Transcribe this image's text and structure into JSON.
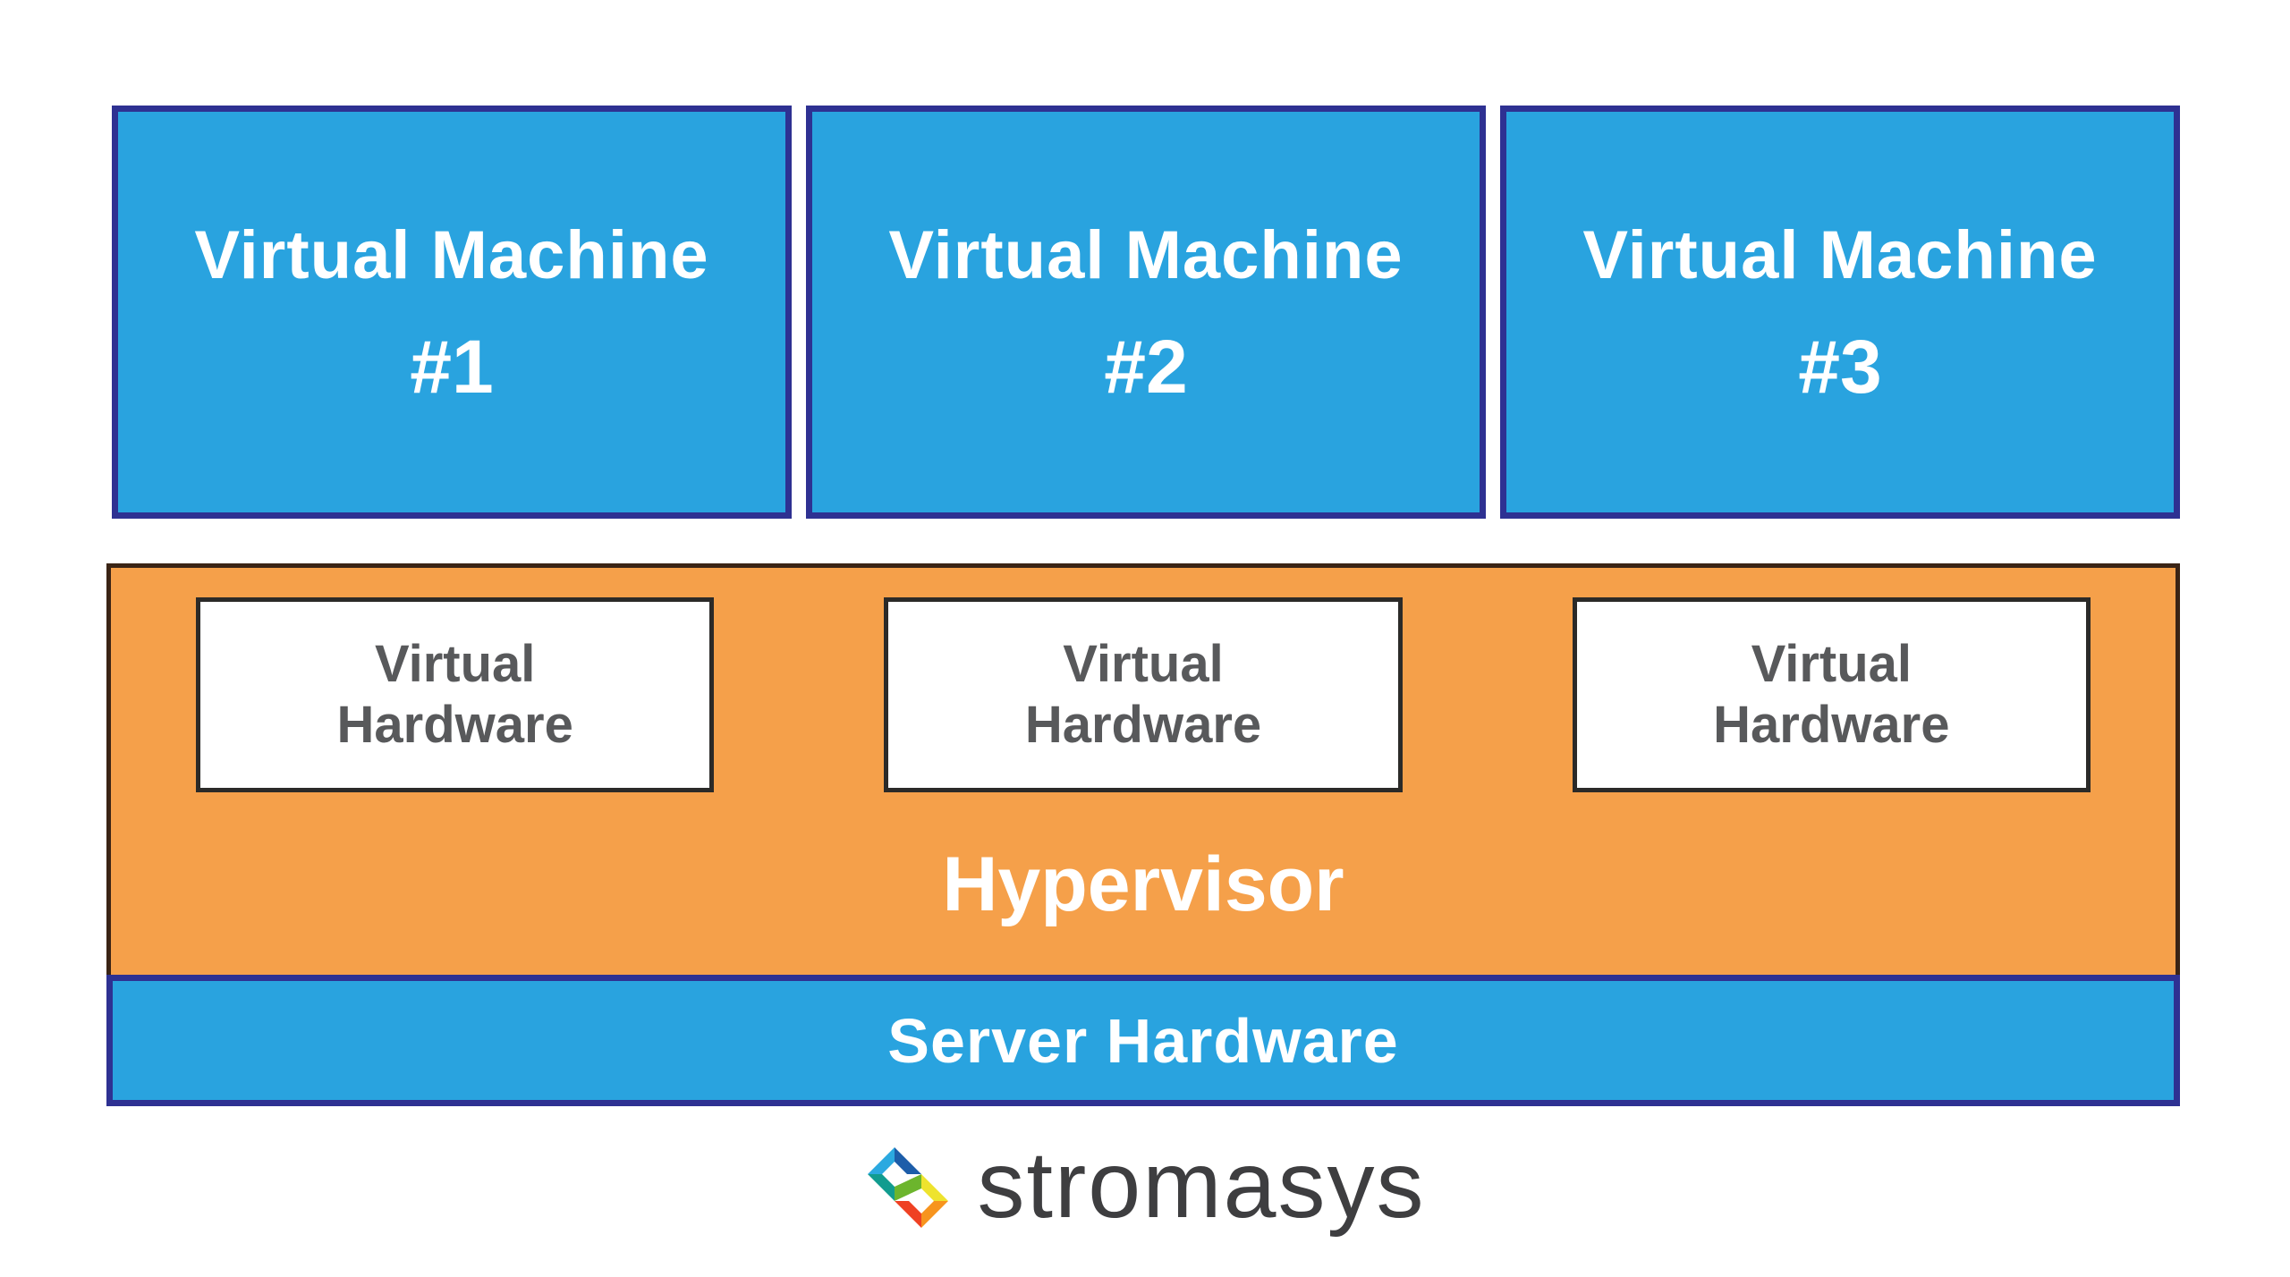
{
  "page": {
    "background": "#ffffff",
    "description_labels": "Virtualization architecture diagram"
  },
  "colors": {
    "vm_fill": "#29A3DF",
    "vm_border": "#2E3192",
    "hypervisor_fill": "#F5A04A",
    "hypervisor_border": "#3A2415",
    "virtual_hardware_fill": "#FFFFFF",
    "virtual_hardware_border": "#2B2A28",
    "virtual_hardware_text": "#58595B",
    "server_fill": "#29A3DF",
    "server_border": "#2E3192",
    "text_on_color": "#FFFFFF",
    "brand_text": "#3E3E40",
    "logo_palette": [
      "#1D5DA9",
      "#2BA9E0",
      "#119C8F",
      "#6CB52D",
      "#EEE32E",
      "#F7941E",
      "#EF4123"
    ]
  },
  "diagram": {
    "virtual_machines": [
      {
        "line1": "Virtual Machine",
        "line2": "#1"
      },
      {
        "line1": "Virtual Machine",
        "line2": "#2"
      },
      {
        "line1": "Virtual Machine",
        "line2": "#3"
      }
    ],
    "hypervisor": {
      "label": "Hypervisor",
      "virtual_hardware_boxes": [
        {
          "line1": "Virtual",
          "line2": "Hardware"
        },
        {
          "line1": "Virtual",
          "line2": "Hardware"
        },
        {
          "line1": "Virtual",
          "line2": "Hardware"
        }
      ]
    },
    "server": {
      "label": "Server Hardware"
    }
  },
  "footer": {
    "brand": "stromasys"
  }
}
